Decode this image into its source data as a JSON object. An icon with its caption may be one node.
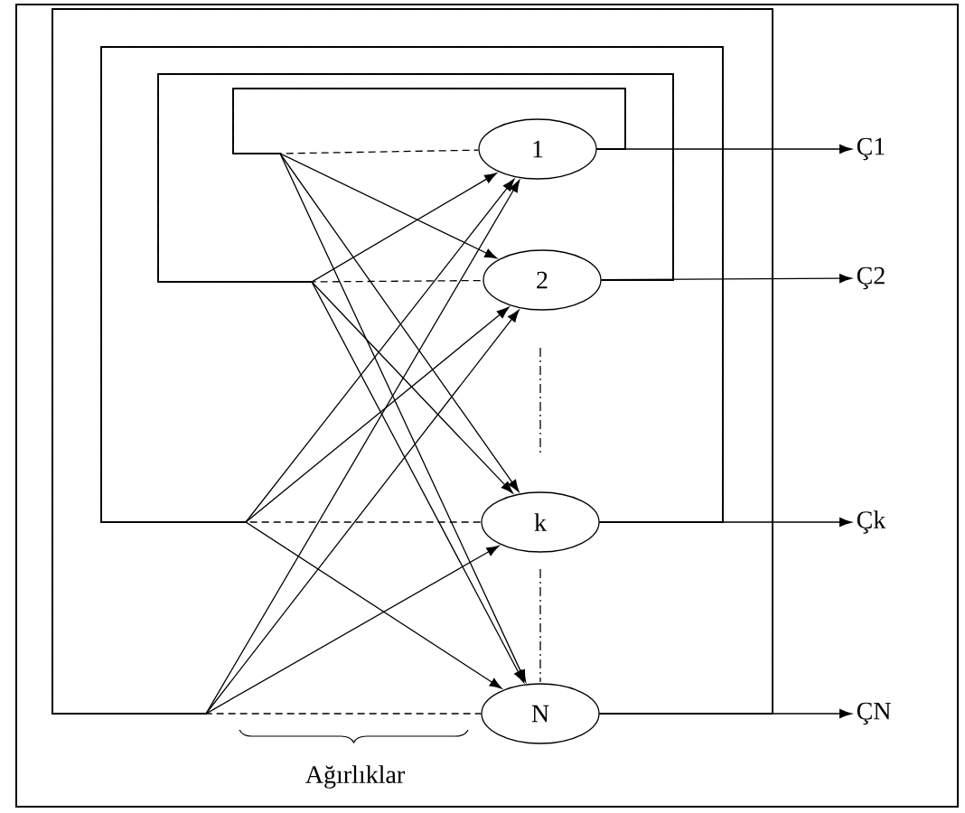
{
  "diagram": {
    "nodes": [
      {
        "text": [
          "1"
        ]
      },
      {
        "text": [
          "2"
        ]
      },
      {
        "text": [
          "k"
        ]
      },
      {
        "text": [
          "N"
        ]
      },
      {
        "text": [
          "Ç1"
        ]
      },
      {
        "text": [
          "Ç2"
        ]
      },
      {
        "text": [
          "Çk"
        ]
      },
      {
        "text": [
          "ÇN"
        ]
      }
    ],
    "edges": [
      {
        "from": 0,
        "to": 0,
        "arrow": "none",
        "style": "dashed"
      },
      {
        "from": 1,
        "to": 1,
        "arrow": "none",
        "style": "dashed"
      },
      {
        "from": 2,
        "to": 2,
        "arrow": "none",
        "style": "dashed"
      },
      {
        "from": 3,
        "to": 3,
        "arrow": "none",
        "style": "dashed"
      },
      {
        "from": 0,
        "to": 1,
        "arrow": "to"
      },
      {
        "from": 0,
        "to": 2,
        "arrow": "to"
      },
      {
        "from": 0,
        "to": 3,
        "arrow": "to"
      },
      {
        "from": 1,
        "to": 0,
        "arrow": "to"
      },
      {
        "from": 1,
        "to": 2,
        "arrow": "to"
      },
      {
        "from": 1,
        "to": 3,
        "arrow": "to"
      },
      {
        "from": 2,
        "to": 0,
        "arrow": "to"
      },
      {
        "from": 2,
        "to": 1,
        "arrow": "to"
      },
      {
        "from": 2,
        "to": 3,
        "arrow": "to"
      },
      {
        "from": 3,
        "to": 0,
        "arrow": "to"
      },
      {
        "from": 3,
        "to": 1,
        "arrow": "to"
      },
      {
        "from": 3,
        "to": 2,
        "arrow": "to"
      },
      {
        "from": 0,
        "to": 4,
        "arrow": "to"
      },
      {
        "from": 1,
        "to": 5,
        "arrow": "to"
      },
      {
        "from": 2,
        "to": 6,
        "arrow": "to"
      },
      {
        "from": 3,
        "to": 7,
        "arrow": "to"
      }
    ],
    "labels": [
      "Ağırlıklar"
    ]
  }
}
